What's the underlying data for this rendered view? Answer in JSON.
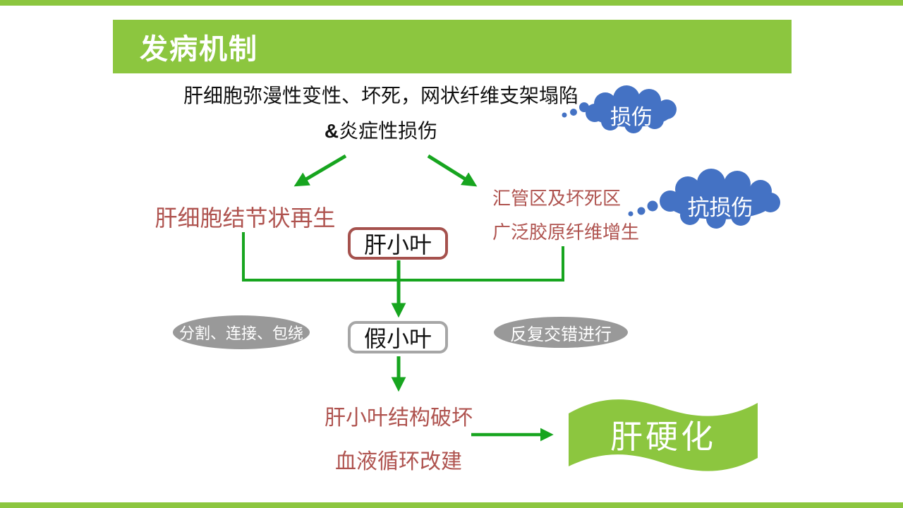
{
  "header": {
    "title": "发病机制"
  },
  "diagram": {
    "cause": {
      "line1": "肝细胞弥漫性变性、坏死，网状纤维支架塌陷",
      "line2_amp": "&",
      "line2_rest": "炎症性损伤"
    },
    "injury_cloud": {
      "label": "损伤"
    },
    "anti_injury_cloud": {
      "label": "抗损伤"
    },
    "left_branch": {
      "label": "肝细胞结节状再生"
    },
    "right_branch": {
      "line1": "汇管区及坏死区",
      "line2": "广泛胶原纤维增生"
    },
    "liver_lobule_box": {
      "label": "肝小叶"
    },
    "pseudo_lobule_box": {
      "label": "假小叶"
    },
    "left_process_ellipse": {
      "label": "分割、连接、包绕"
    },
    "right_process_ellipse": {
      "label": "反复交错进行"
    },
    "outcome": {
      "line1": "肝小叶结构破坏",
      "line2": "血液循环改建"
    },
    "result_flag": {
      "label": "肝硬化"
    }
  },
  "colors": {
    "slide_green": "#8CC63F",
    "arrow_green": "#17A51F",
    "cloud_blue": "#4472C4",
    "text_red": "#AF534F",
    "liver_box_border_red": "#A5514D",
    "pseudo_box_border_gray": "#A6A6A6",
    "ellipse_gray": "#999999"
  }
}
